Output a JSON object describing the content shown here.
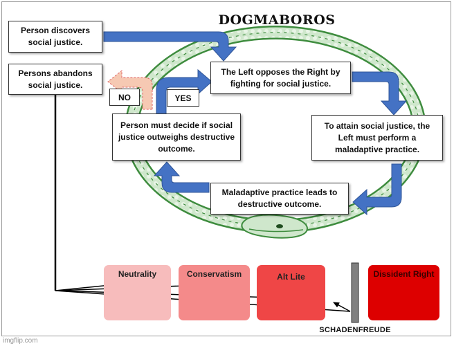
{
  "title": "DOGMABOROS",
  "boxes": {
    "discovers": "Person discovers social justice.",
    "abandons": "Persons abandons social justice.",
    "opposes": "The Left opposes the Right by fighting for social justice.",
    "attain": "To attain social justice, the Left must perform a maladaptive practice.",
    "leads": "Maladaptive practice leads to destructive outcome.",
    "decide": "Person must decide if social justice outweighs destructive outcome."
  },
  "choices": {
    "no": "NO",
    "yes": "YES"
  },
  "spectrum": [
    {
      "label": "Neutrality",
      "color": "#f7bcbc"
    },
    {
      "label": "Conservatism",
      "color": "#f48a8a"
    },
    {
      "label": "Alt Lite",
      "color": "#ef4646"
    },
    {
      "label": "Dissident Right",
      "color": "#dd0000"
    }
  ],
  "barrier_label": "SCHADENFREUDE",
  "watermark": "imgflip.com",
  "colors": {
    "arrow": "#4472c4",
    "no_arrow": "#f6c9b3",
    "snake": "#3e8c3e",
    "lines": "#000000"
  }
}
